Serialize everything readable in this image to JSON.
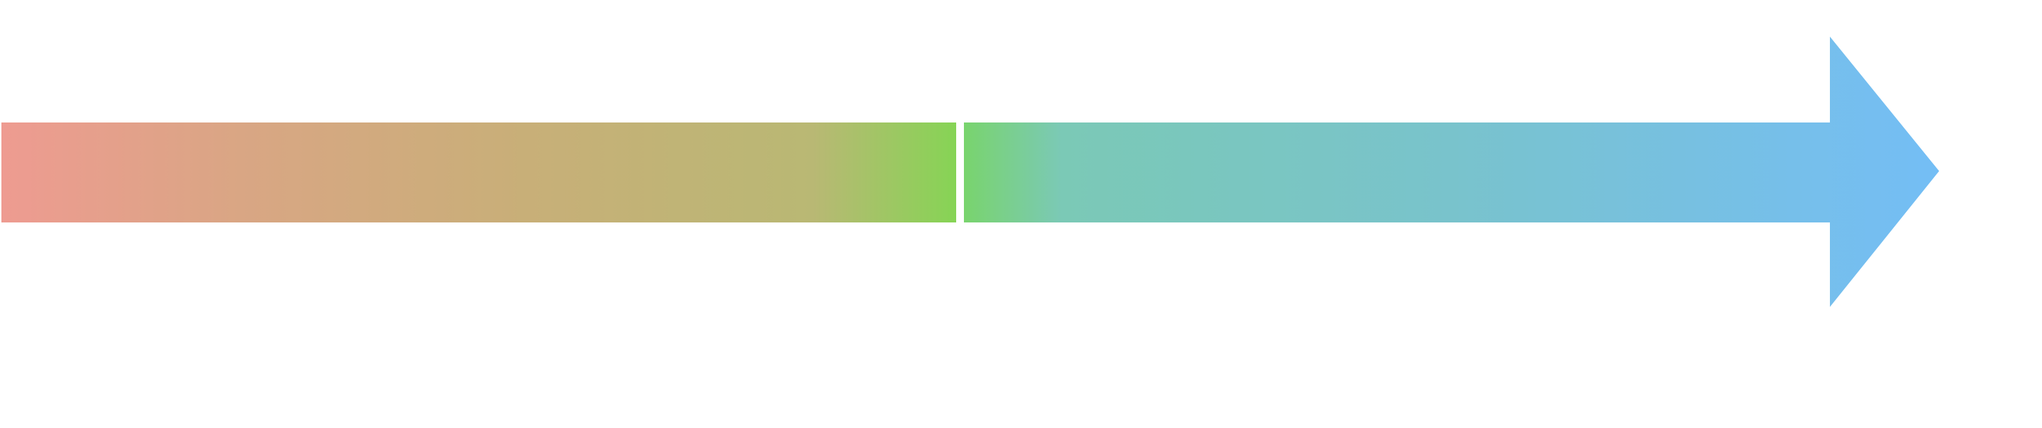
{
  "diagram": {
    "shape": "horizontal-arrow",
    "direction": "right",
    "segments": [
      {
        "name": "left-segment",
        "gradient": [
          "#EE9B91",
          "#D9A684",
          "#C8AF78",
          "#B9B874",
          "#86D455"
        ]
      },
      {
        "name": "right-segment",
        "gradient": [
          "#79D46D",
          "#7BC9B6",
          "#79C3CC",
          "#76BFEA",
          "#74BEF5"
        ]
      }
    ],
    "separator_color": "#FFFFFF",
    "background": "#FFFFFF"
  }
}
